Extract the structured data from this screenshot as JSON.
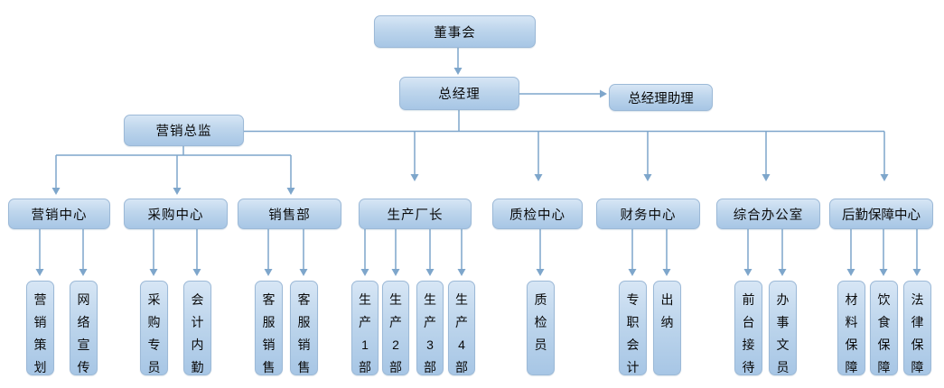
{
  "diagram": {
    "type": "org-chart",
    "colors": {
      "node_fill_top": "#d7e6f5",
      "node_fill_bottom": "#a7c6e5",
      "node_border": "#9cb9d7",
      "connector": "#7ea6cb",
      "text": "#0a0a0a"
    },
    "org": {
      "root": {
        "label": "董事会"
      },
      "general_manager": {
        "label": "总经理"
      },
      "gm_assistant": {
        "label": "总经理助理"
      },
      "marketing_director": {
        "label": "营销总监"
      },
      "level2": [
        {
          "label": "营销中心"
        },
        {
          "label": "采购中心"
        },
        {
          "label": "销售部"
        },
        {
          "label": "生产厂长"
        },
        {
          "label": "质检中心"
        },
        {
          "label": "财务中心"
        },
        {
          "label": "综合办公室"
        },
        {
          "label": "后勤保障中心"
        }
      ],
      "level3": [
        {
          "label": "营销策划",
          "parent": "营销中心"
        },
        {
          "label": "网络宣传",
          "parent": "营销中心"
        },
        {
          "label": "采购专员",
          "parent": "采购中心"
        },
        {
          "label": "会计内勤",
          "parent": "采购中心"
        },
        {
          "label": "客服销售",
          "parent": "销售部"
        },
        {
          "label": "客服销售",
          "parent": "销售部"
        },
        {
          "label": "生产1部",
          "parent": "生产厂长"
        },
        {
          "label": "生产2部",
          "parent": "生产厂长"
        },
        {
          "label": "生产3部",
          "parent": "生产厂长"
        },
        {
          "label": "生产4部",
          "parent": "生产厂长"
        },
        {
          "label": "质检员",
          "parent": "质检中心"
        },
        {
          "label": "专职会计",
          "parent": "财务中心"
        },
        {
          "label": "出纳",
          "parent": "财务中心"
        },
        {
          "label": "前台接待",
          "parent": "综合办公室"
        },
        {
          "label": "办事文员",
          "parent": "综合办公室"
        },
        {
          "label": "材料保障",
          "parent": "后勤保障中心"
        },
        {
          "label": "饮食保障",
          "parent": "后勤保障中心"
        },
        {
          "label": "法律保障",
          "parent": "后勤保障中心"
        }
      ]
    }
  }
}
